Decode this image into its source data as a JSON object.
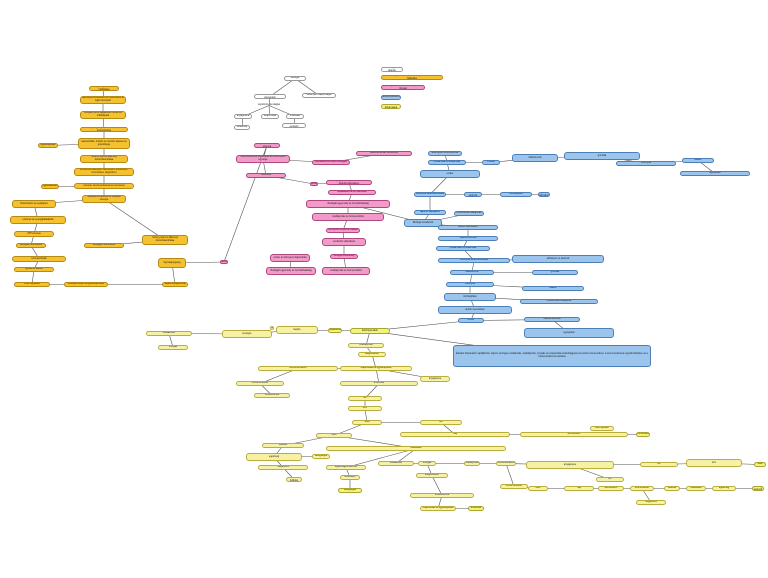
{
  "legend": [
    {
      "key": "plain",
      "label": "Biologiai alapok"
    },
    {
      "key": "orange",
      "label": "Növényi és állati eredetű sejtek és szöveti felépítés"
    },
    {
      "key": "pink",
      "label": "Biológiai rendszerek szintjei és típusai"
    },
    {
      "key": "blue",
      "label": "Élőlényismeret"
    },
    {
      "key": "lime",
      "label": "Élettani folyamatok"
    }
  ],
  "colors": {
    "plain": "#ffffff",
    "orange": "#f6c12e",
    "yellow": "#f7f1a3",
    "pink": "#f29ac8",
    "blue": "#9cc5ee",
    "lime": "#f3f27a",
    "edge": "#555555"
  },
  "top_cluster": [
    {
      "id": "tc1",
      "label": "Biológia"
    },
    {
      "id": "tc2",
      "label": "kémiai és fizikai jelenségek"
    },
    {
      "id": "tc3",
      "label": "élőlények tulajdonságai"
    },
    {
      "id": "tc4",
      "label": "sejtszintű élet alapjai"
    },
    {
      "id": "tc5",
      "label": "anyagcsere"
    },
    {
      "id": "tc6",
      "label": "szaporodás"
    },
    {
      "id": "tc7",
      "label": "öröklődés"
    },
    {
      "id": "tc8",
      "label": "Biokémia"
    },
    {
      "id": "tc9",
      "label": "fejlődés és evolúció"
    }
  ],
  "orange_chain": [
    {
      "id": "o1",
      "label": "Sejt felépítése és működése"
    },
    {
      "id": "o2",
      "label": "sejthártya szerkezete és membránon át zajló transzport"
    },
    {
      "id": "o3",
      "label": "citoplazma és sejtalkotók típusai és működésük"
    },
    {
      "id": "o4",
      "label": "sejtmag felépítése, kromatin, kromoszóma"
    },
    {
      "id": "o5",
      "label": "sejtosztódás: mitózis és meiózis lépései és jelentősége"
    },
    {
      "id": "o6",
      "label": "növényi sejt és állati sejt összehasonlítása"
    },
    {
      "id": "o7",
      "label": "szöveti szerveződés: hámszövet, kötőszövet, izomszövet, idegszövet"
    },
    {
      "id": "o8",
      "label": "szervek, szervrendszerek és szervezet"
    },
    {
      "id": "o9",
      "label": "egyedfejlődés"
    },
    {
      "id": "o10",
      "label": "sejtdifferenciálódás és őssejtek szerepe"
    },
    {
      "id": "o11",
      "label": "fotoszintézis és sejtlégzés"
    },
    {
      "id": "o12",
      "label": "enzimek és energiaátalakítás"
    },
    {
      "id": "o13",
      "label": "ATP szerepe"
    },
    {
      "id": "o14",
      "label": "Biológiai membránok"
    },
    {
      "id": "o15",
      "label": "kromoszómák"
    },
    {
      "id": "o16",
      "label": "gének és allélok"
    },
    {
      "id": "o17",
      "label": "DNS replikáció"
    },
    {
      "id": "o18",
      "label": "fehérjeszintézis és génkifejeződés"
    },
    {
      "id": "o19",
      "label": "Sejt alapegység"
    },
    {
      "id": "o20",
      "label": "Sejtek anyagcseréje"
    }
  ],
  "pink_chain": [
    {
      "id": "p1",
      "label": "sejtek, szövetek, szervek"
    },
    {
      "id": "p2",
      "label": "szervezetszintű folyamatok és a szervezet egysége"
    },
    {
      "id": "p3",
      "label": "populációk és életközösségek"
    },
    {
      "id": "p4",
      "label": "ökoszisztémák szerkezete"
    },
    {
      "id": "p5",
      "label": "bioszféra"
    },
    {
      "id": "p6",
      "label": "anyag és energiaáramlás az életközösségekben"
    },
    {
      "id": "p7",
      "label": "táplálékláncok és hálózatok"
    },
    {
      "id": "p8",
      "label": "ökológiai egyensúly és fenntarthatóság"
    },
    {
      "id": "p9",
      "label": "szabályozás és homeosztázis"
    },
    {
      "id": "p10",
      "label": "környezeti tényezők hatása"
    },
    {
      "id": "p11",
      "label": "evolúciós változások"
    },
    {
      "id": "p12",
      "label": "biológiai sokféleség"
    },
    {
      "id": "p13",
      "label": "ember és környezet kapcsolata"
    }
  ],
  "blue_chain": [
    {
      "id": "b1",
      "label": "Élőlények rendszerezése"
    },
    {
      "id": "b2",
      "label": "prokarióták és eukarióták"
    },
    {
      "id": "b3",
      "label": "vírusok"
    },
    {
      "id": "b4",
      "label": "baktériumok"
    },
    {
      "id": "b5",
      "label": "gombák"
    },
    {
      "id": "b6",
      "label": "növények"
    },
    {
      "id": "b7",
      "label": "állatok"
    },
    {
      "id": "b8",
      "label": "egysejtűek"
    },
    {
      "id": "b9",
      "label": "ember"
    },
    {
      "id": "b10",
      "label": "élőlények alkalmazkodása"
    },
    {
      "id": "b11",
      "label": "élőhelyek és életmód"
    },
    {
      "id": "b12",
      "label": "törzsfejlődés"
    },
    {
      "id": "b13",
      "label": "fajok és fajfogalom"
    },
    {
      "id": "b14",
      "label": "rendszertani kategóriák"
    },
    {
      "id": "b15",
      "label": "kettős nevezéktan"
    },
    {
      "id": "b16",
      "label": "határozókulcsok"
    }
  ],
  "lime_chain": [
    {
      "id": "l1",
      "label": "Életfolyamatok"
    },
    {
      "id": "l2",
      "label": "táplálkozás"
    },
    {
      "id": "l3",
      "label": "légzés"
    },
    {
      "id": "l4",
      "label": "keringés"
    },
    {
      "id": "l5",
      "label": "kiválasztás"
    },
    {
      "id": "l6",
      "label": "mozgás"
    },
    {
      "id": "l7",
      "label": "szabályozás"
    },
    {
      "id": "l8",
      "label": "idegrendszer"
    },
    {
      "id": "l9",
      "label": "hormonrendszer"
    },
    {
      "id": "l10",
      "label": "immunrendszer"
    },
    {
      "id": "l11",
      "label": "érzékszervek"
    },
    {
      "id": "l12",
      "label": "szaporodás és egyedfejlődés"
    },
    {
      "id": "l13",
      "label": "emésztés"
    },
    {
      "id": "l14",
      "label": "anyagcsere"
    },
    {
      "id": "l15",
      "label": "vér"
    },
    {
      "id": "l16",
      "label": "szív"
    },
    {
      "id": "l17",
      "label": "vese"
    },
    {
      "id": "l18",
      "label": "bőr"
    },
    {
      "id": "l19",
      "label": "tüdő"
    },
    {
      "id": "l20",
      "label": "máj"
    },
    {
      "id": "l21",
      "label": "vázrendszer"
    },
    {
      "id": "l22",
      "label": "izomrendszer"
    },
    {
      "id": "l23",
      "label": "reflexek"
    },
    {
      "id": "l24",
      "label": "viselkedés"
    },
    {
      "id": "l25",
      "label": "egészség"
    },
    {
      "id": "l26",
      "label": "betegségek"
    },
    {
      "id": "l27",
      "label": "megelőzés"
    },
    {
      "id": "l28",
      "label": "egészséges életmód"
    },
    {
      "id": "l29",
      "label": "testi fejlődés"
    },
    {
      "id": "l30",
      "label": "serdülőkor"
    }
  ],
  "info_box": {
    "label": "Élettani folyamatok: táplálkozás, légzés, keringés, kiválasztás, szabályozás, mozgás és szaporodás összefüggései az emberi szervezetben; a szervrendszerek együttműködése és a homeosztázis fenntartása"
  },
  "central_node": {
    "label": "Biológia témakörök"
  }
}
